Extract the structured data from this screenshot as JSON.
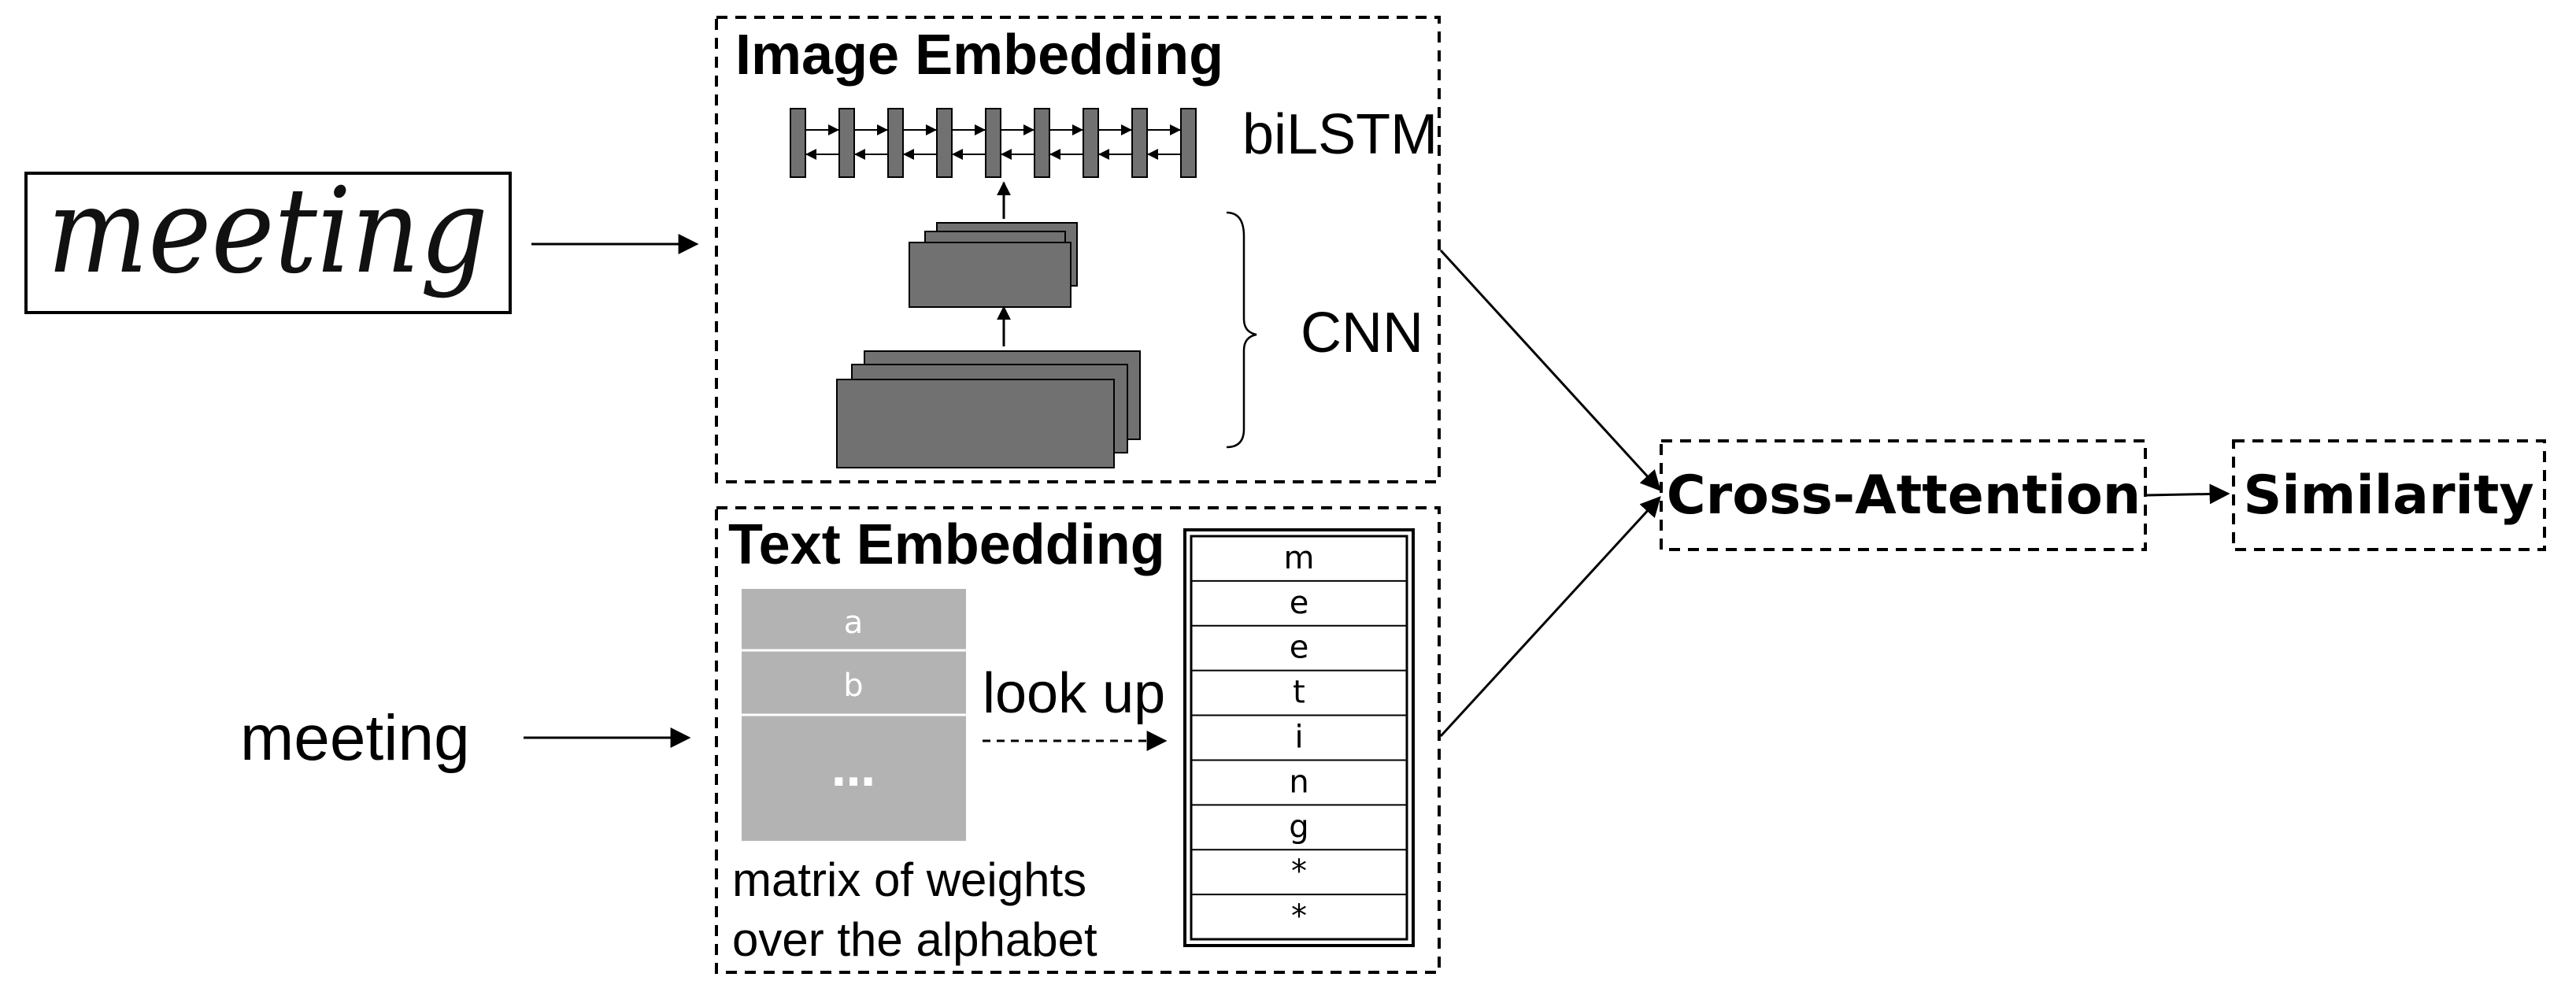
{
  "input_image": {
    "handwritten_word": "meeting"
  },
  "input_text": {
    "word": "meeting"
  },
  "image_embedding": {
    "title": "Image Embedding",
    "bilstm_label": "biLSTM",
    "cnn_label": "CNN"
  },
  "text_embedding": {
    "title": "Text Embedding",
    "alphabet_rows": [
      "a",
      "b",
      "…"
    ],
    "lookup_label": "look up",
    "caption_line1": "matrix of weights",
    "caption_line2": "over the alphabet",
    "sequence": [
      "m",
      "e",
      "e",
      "t",
      "i",
      "n",
      "g",
      "*",
      "*"
    ]
  },
  "cross_attention": {
    "label": "Cross-Attention"
  },
  "similarity": {
    "label": "Similarity"
  },
  "colors": {
    "block_fill": "#717171",
    "alphabet_fill": "#b3b3b3",
    "line": "#000000"
  }
}
